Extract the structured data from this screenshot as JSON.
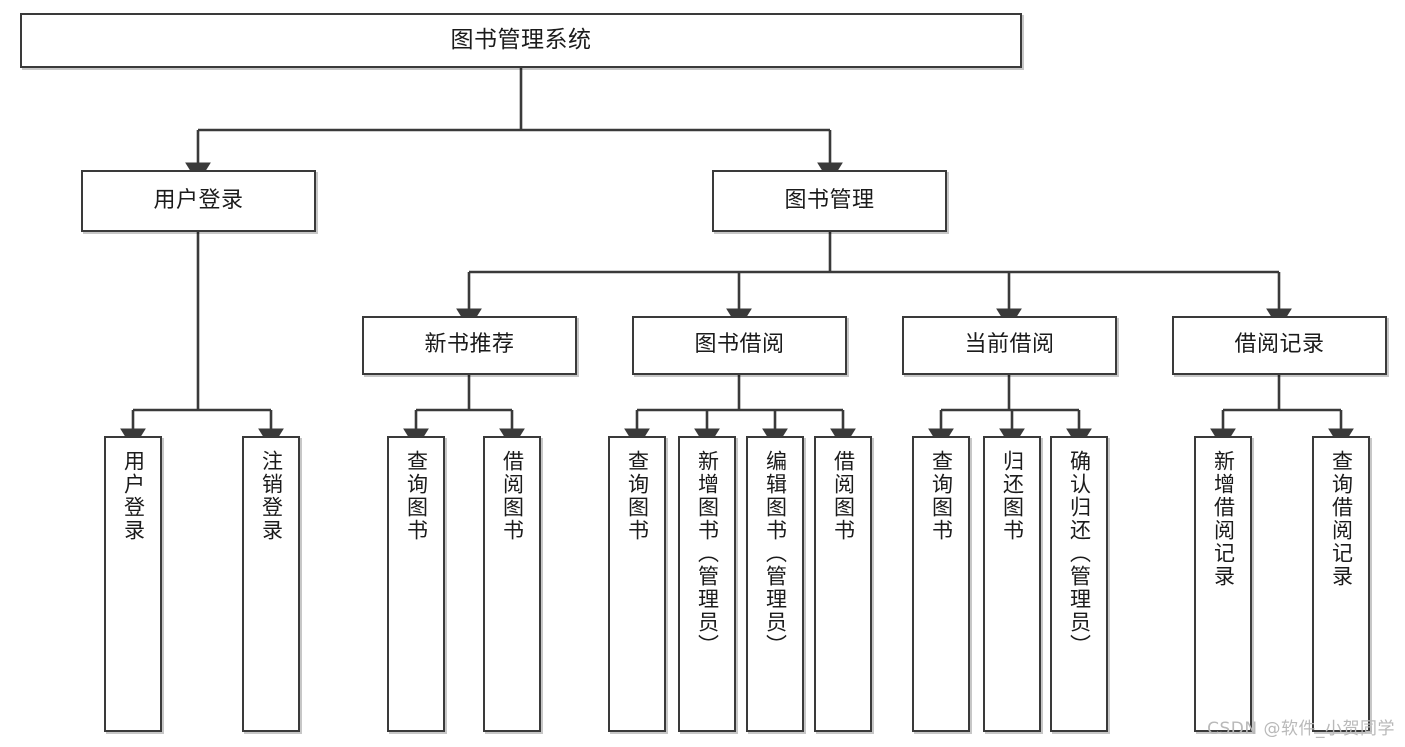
{
  "diagram": {
    "title": "图书管理系统",
    "watermark": "CSDN @软件_小贺同学",
    "stroke_color": "#3a3a3a",
    "fill_color": "#ffffff",
    "text_color": "#1b1b1b",
    "watermark_color": "#b9b9b9"
  },
  "nodes": {
    "root": {
      "label": "图书管理系统"
    },
    "level2": [
      {
        "label": "用户登录"
      },
      {
        "label": "图书管理"
      }
    ],
    "level3": [
      {
        "label": "新书推荐"
      },
      {
        "label": "图书借阅"
      },
      {
        "label": "当前借阅"
      },
      {
        "label": "借阅记录"
      }
    ],
    "leaves": {
      "user_login": [
        {
          "label": "用户登录"
        },
        {
          "label": "注销登录"
        }
      ],
      "new_books": [
        {
          "label": "查询图书"
        },
        {
          "label": "借阅图书"
        }
      ],
      "book_borrow": [
        {
          "label": "查询图书"
        },
        {
          "label": "新增图书（管理员）"
        },
        {
          "label": "编辑图书（管理员）"
        },
        {
          "label": "借阅图书"
        }
      ],
      "current_borrow": [
        {
          "label": "查询图书"
        },
        {
          "label": "归还图书"
        },
        {
          "label": "确认归还（管理员）"
        }
      ],
      "borrow_records": [
        {
          "label": "新增借阅记录"
        },
        {
          "label": "查询借阅记录"
        }
      ]
    }
  }
}
